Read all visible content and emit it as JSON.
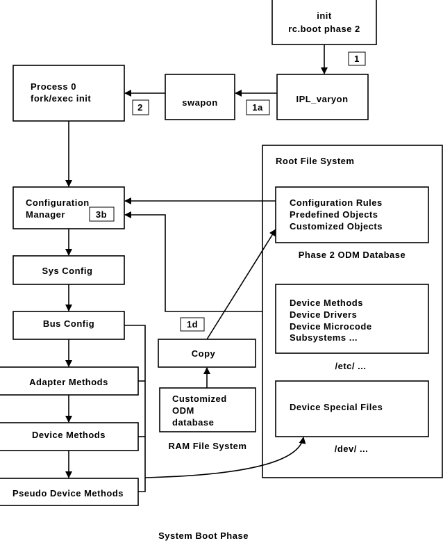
{
  "caption": "System Boot Phase",
  "boxes": {
    "init": [
      "init",
      "rc.boot phase 2"
    ],
    "ipl": "IPL_varyon",
    "swapon": "swapon",
    "process0": [
      "Process 0",
      "fork/exec init"
    ],
    "config_manager": [
      "Configuration",
      "Manager"
    ],
    "sys_config": "Sys Config",
    "bus_config": "Bus Config",
    "adapter_methods": "Adapter Methods",
    "device_methods": "Device Methods",
    "pseudo_device_methods": "Pseudo Device Methods",
    "copy": "Copy",
    "customized_odm": [
      "Customized",
      "ODM",
      "database"
    ],
    "odm_objects": [
      "Configuration Rules",
      "Predefined Objects",
      "Customized Objects"
    ],
    "etc_contents": [
      "Device Methods",
      "Device Drivers",
      "Device Microcode",
      "Subsystems ..."
    ],
    "dev_contents": "Device Special Files"
  },
  "labels": {
    "root_fs": "Root File System",
    "phase2_odm": "Phase 2 ODM Database",
    "etc": "/etc/ ...",
    "dev": "/dev/ ...",
    "ram_fs": "RAM File System"
  },
  "step_tags": {
    "s1": "1",
    "s1a": "1a",
    "s2": "2",
    "s3b": "3b",
    "s1d": "1d"
  }
}
